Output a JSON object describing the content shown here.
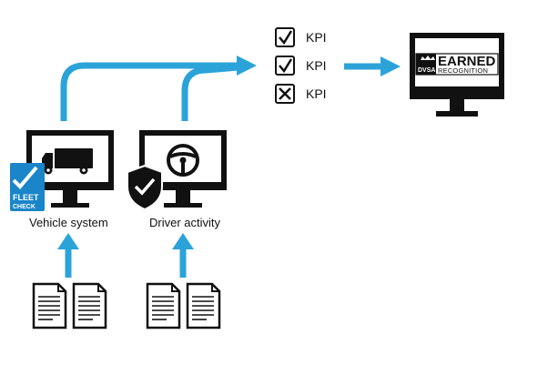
{
  "kpis": [
    {
      "label": "KPI",
      "status": "check"
    },
    {
      "label": "KPI",
      "status": "check"
    },
    {
      "label": "KPI",
      "status": "cross"
    }
  ],
  "captions": {
    "vehicle": "Vehicle system",
    "driver": "Driver activity"
  },
  "badges": {
    "fleet_line1": "FLEET",
    "fleet_line2": "CHECK",
    "dvsa": "DVSA",
    "earned": "EARNED",
    "recognition": "RECOGNITION"
  },
  "colors": {
    "arrow": "#2ba3d9",
    "fleet_badge": "#1a85c8",
    "monitor": "#111111"
  }
}
